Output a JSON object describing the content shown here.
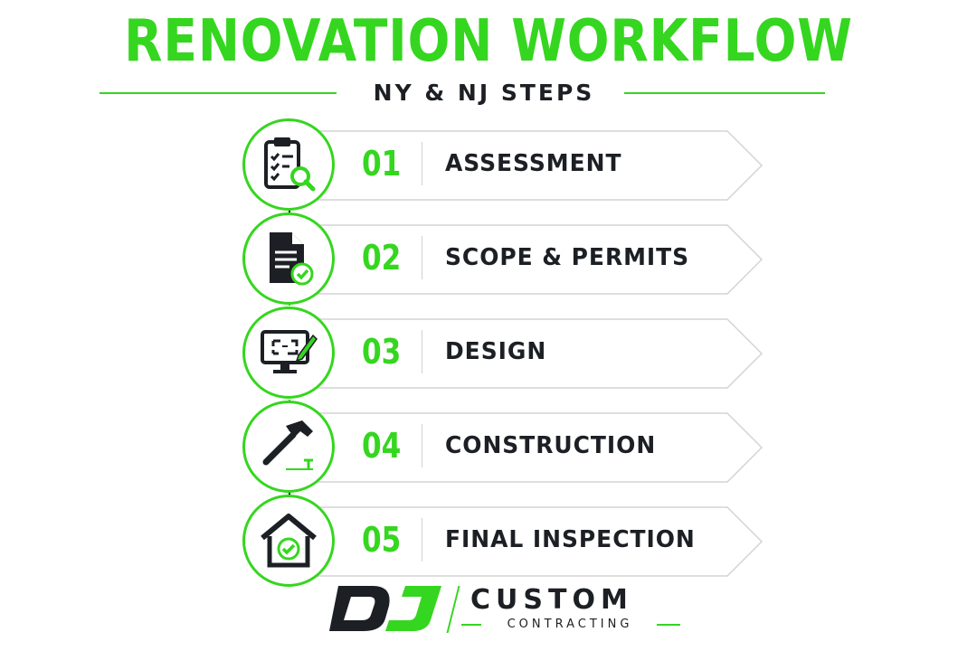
{
  "header": {
    "title": "RENOVATION WORKFLOW",
    "subtitle": "NY & NJ STEPS"
  },
  "steps": [
    {
      "number": "01",
      "label": "ASSESSMENT",
      "icon": "clipboard-search-icon"
    },
    {
      "number": "02",
      "label": "SCOPE & PERMITS",
      "icon": "document-check-icon"
    },
    {
      "number": "03",
      "label": "DESIGN",
      "icon": "monitor-blueprint-pencil-icon"
    },
    {
      "number": "04",
      "label": "CONSTRUCTION",
      "icon": "hammer-icon"
    },
    {
      "number": "05",
      "label": "FINAL INSPECTION",
      "icon": "house-check-icon"
    }
  ],
  "brand": {
    "logo": "DJ",
    "name": "CUSTOM",
    "tagline": "CONTRACTING"
  },
  "colors": {
    "accent": "#35d61f",
    "text": "#1c1f24",
    "card_border": "#d4d4d4"
  }
}
